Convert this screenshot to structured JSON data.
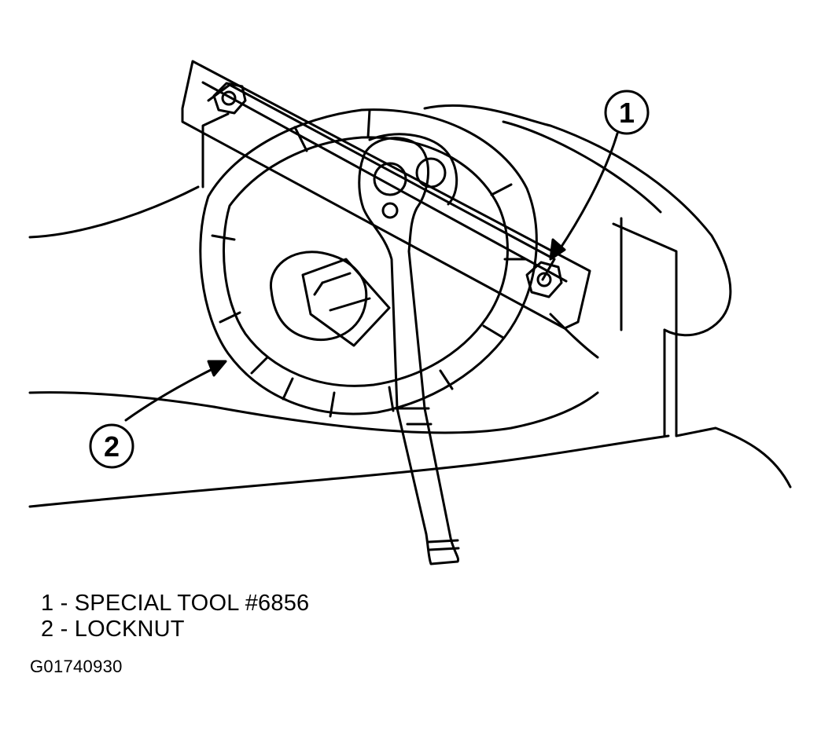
{
  "callouts": [
    {
      "number": "1",
      "label": "SPECIAL TOOL #6856"
    },
    {
      "number": "2",
      "label": "LOCKNUT"
    }
  ],
  "legend": [
    {
      "number": "1",
      "separator": "-",
      "text": "SPECIAL TOOL #6856"
    },
    {
      "number": "2",
      "separator": "-",
      "text": "LOCKNUT"
    }
  ],
  "figure_id": "G01740930",
  "colors": {
    "ink": "#000000",
    "paper": "#ffffff"
  }
}
